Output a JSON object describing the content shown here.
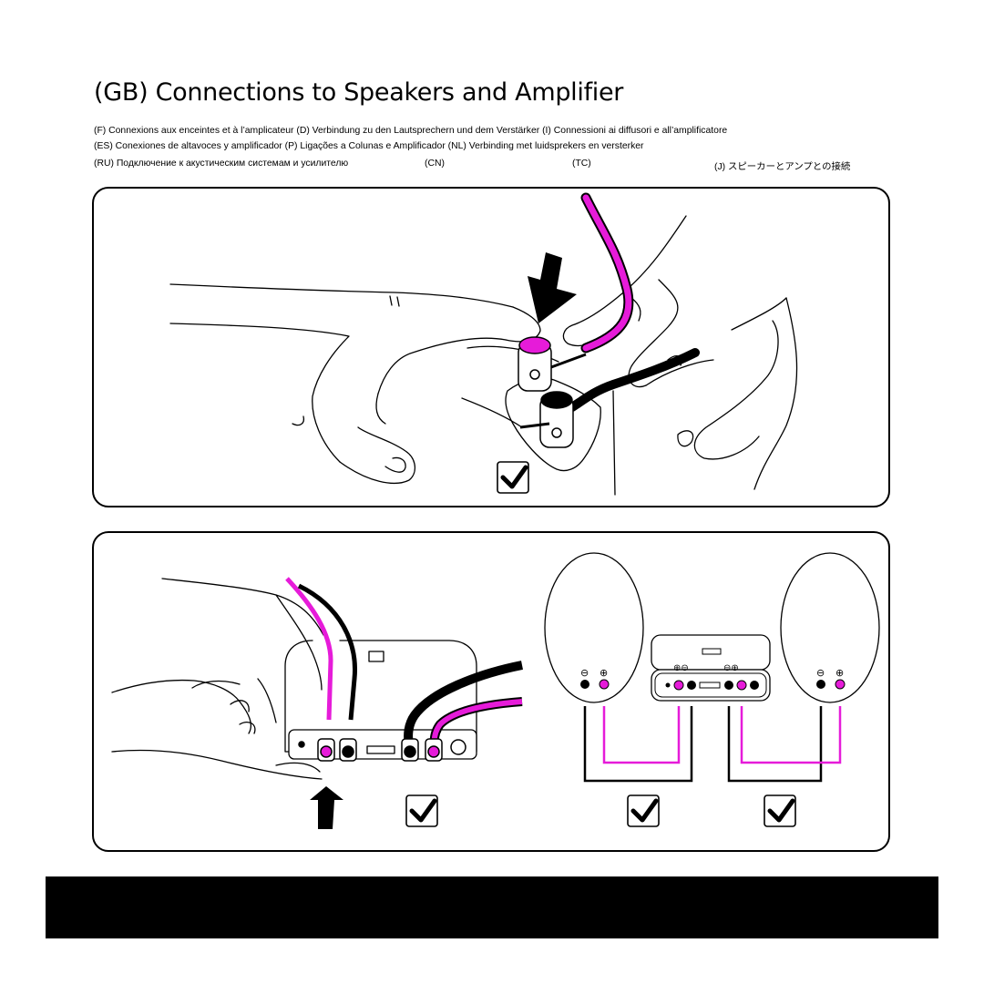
{
  "title": "(GB) Connections to Speakers and Amplifier",
  "languages": {
    "line1": "(F) Connexions aux enceintes et à l’amplicateur  (D) Verbindung zu den Lautsprechern und dem Verstärker  (I)  Connessioni ai diffusori e all’amplificatore",
    "line2": "(ES) Conexiones de altavoces y amplificador  (P) Ligações a Colunas e Amplificador  (NL) Verbinding met luidsprekers en versterker",
    "ru": "(RU) Подключение к акустическим системам и усилителю",
    "cn": "(CN)",
    "tc": "(TC)",
    "j": "(J) スピーカーとアンプとの接続"
  },
  "colors": {
    "accent_magenta": "#e61bd9",
    "line": "#000000",
    "footer": "#000000"
  },
  "icons": {
    "arrow": "down-arrow-icon",
    "check": "checkmark-icon"
  }
}
